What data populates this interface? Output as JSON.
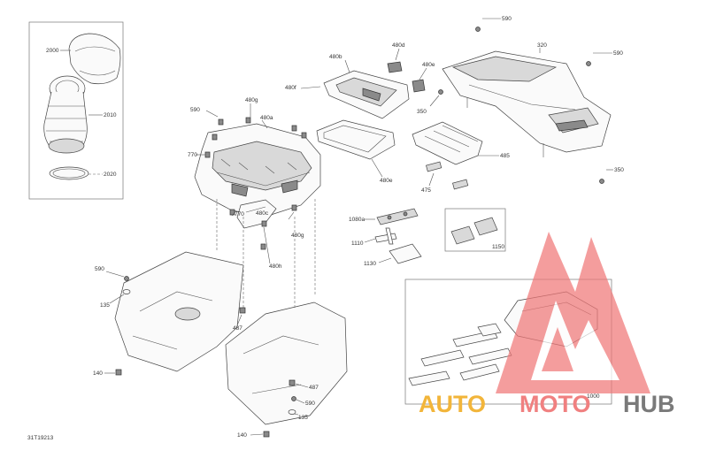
{
  "diagram": {
    "code": "31T19213",
    "labels": {
      "l2000": "2000",
      "l2010": "2010",
      "l2020": "2020",
      "l590a": "590",
      "l590b": "590",
      "l590c": "590",
      "l590d": "590",
      "l590e": "590",
      "l320": "320",
      "l480d": "480d",
      "l480b": "480b",
      "l480e": "480e",
      "l480f": "480f",
      "l480g": "480g",
      "l480a": "480a",
      "l480c": "480c",
      "l480g2": "480g",
      "l480h": "480h",
      "l350a": "350",
      "l350b": "350",
      "l770a": "770",
      "l770b": "770",
      "l485": "485",
      "l475": "475",
      "l1080a": "1080a",
      "l1110": "1110",
      "l1130": "1130",
      "l1150": "1150",
      "l1000": "1000",
      "l135a": "135",
      "l135b": "135",
      "l140a": "140",
      "l140b": "140",
      "l487a": "487",
      "l487b": "487"
    }
  },
  "watermark": {
    "part1": "AUTO",
    "part2": "MOTO",
    "part3": "HUB"
  },
  "colors": {
    "triangle": "#f07878",
    "auto": "#f2b53a",
    "moto": "#f08080",
    "hub": "#7a7a7a"
  }
}
